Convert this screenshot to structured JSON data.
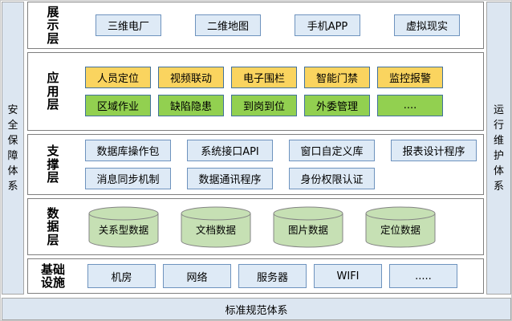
{
  "frame": {
    "left_bar": "安全保障体系",
    "right_bar": "运行维护体系",
    "bottom_bar": "标准规范体系"
  },
  "colors": {
    "panel_fill": "#DCE6F1",
    "light_blue_fill": "#DEEAF6",
    "light_blue_border": "#6E93BE",
    "orange_fill": "#FAD45F",
    "green_fill": "#92D050",
    "colored_box_border": "#41719C",
    "cylinder_fill": "#C6E0B4",
    "cylinder_border": "#848484",
    "layer_border": "#7F7F7F"
  },
  "layers": [
    {
      "label": "展示层",
      "boxes": [
        "三维电厂",
        "二维地图",
        "手机APP",
        "虚拟现实"
      ]
    },
    {
      "label": "应用层",
      "rows": [
        [
          "人员定位",
          "视频联动",
          "电子围栏",
          "智能门禁",
          "监控报警"
        ],
        [
          "区域作业",
          "缺陷隐患",
          "到岗到位",
          "外委管理",
          "...."
        ]
      ]
    },
    {
      "label": "支撑层",
      "rows": [
        [
          "数据库操作包",
          "系统接口API",
          "窗口自定义库",
          "报表设计程序"
        ],
        [
          "消息同步机制",
          "数据通讯程序",
          "身份权限认证"
        ]
      ]
    },
    {
      "label": "数据层",
      "cylinders": [
        "关系型数据",
        "文档数据",
        "图片数据",
        "定位数据"
      ]
    },
    {
      "label": "基础设施",
      "boxes": [
        "机房",
        "网络",
        "服务器",
        "WIFI",
        "....."
      ]
    }
  ]
}
